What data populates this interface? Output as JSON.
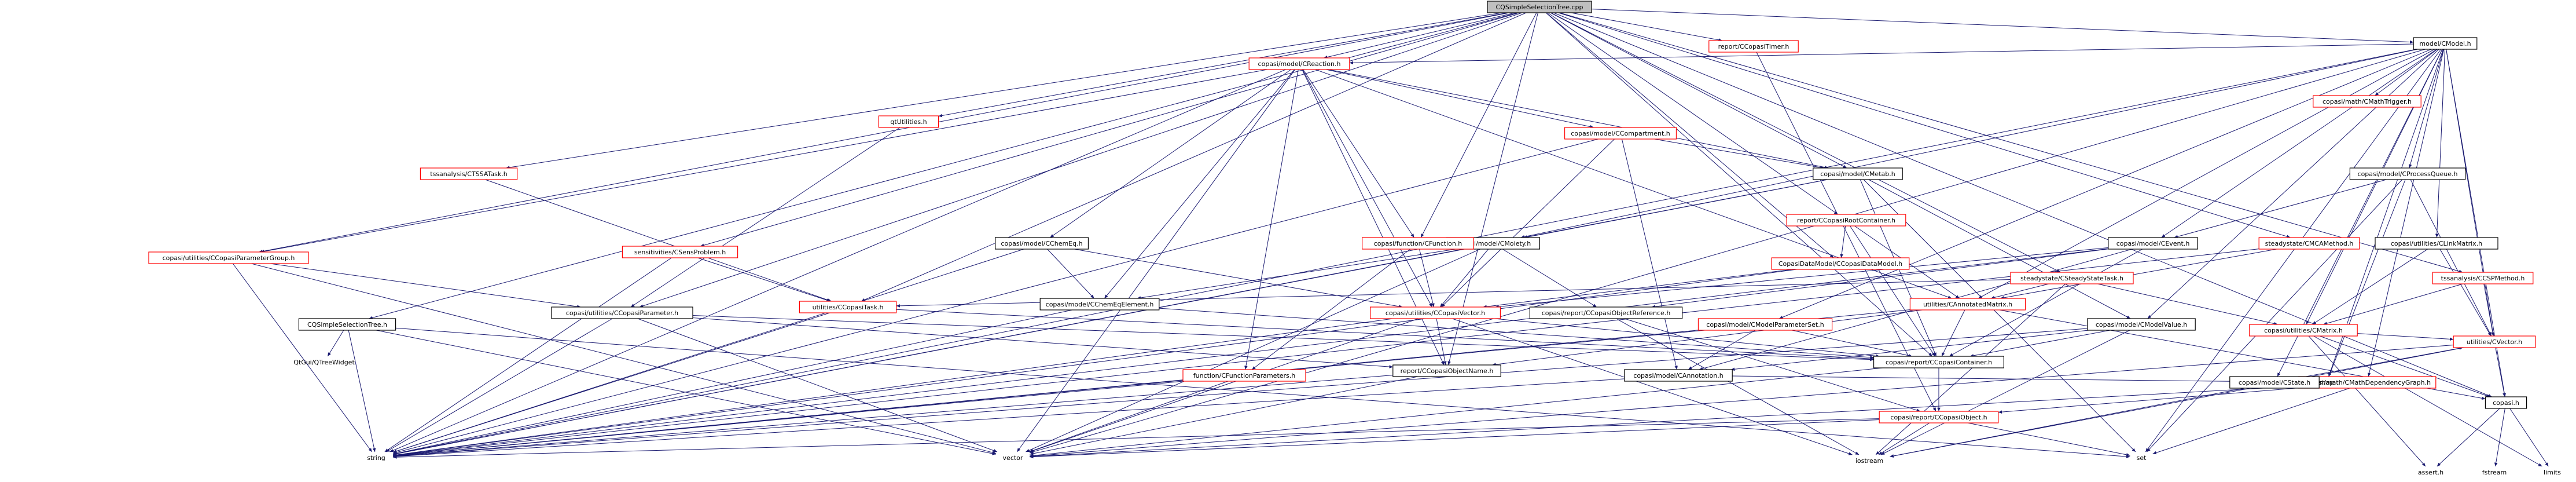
{
  "colors": {
    "edge": "#191970",
    "root_fill": "#bfbfbf",
    "node_fill": "#ffffff",
    "node_stroke_default": "#000000",
    "node_stroke_truncated": "#ff0000",
    "text": "#000000",
    "background": "#ffffff"
  },
  "nodes": [
    {
      "id": "root",
      "label": "CQSimpleSelectionTree.cpp",
      "style": "root"
    },
    {
      "id": "sens_problem",
      "label": "sensitivities/CSensProblem.h",
      "style": "truncated"
    },
    {
      "id": "task",
      "label": "utilities/CCopasiTask.h",
      "style": "truncated"
    },
    {
      "id": "utilities_parameter",
      "label": "copasi/utilities/CCopasiParameter.h",
      "style": "default"
    },
    {
      "id": "parameter_group",
      "label": "copasi/utilities/CCopasiParameterGroup.h",
      "style": "truncated"
    },
    {
      "id": "reaction",
      "label": "copasi/model/CReaction.h",
      "style": "truncated"
    },
    {
      "id": "compartment",
      "label": "copasi/model/CCompartment.h",
      "style": "truncated"
    },
    {
      "id": "metab",
      "label": "copasi/model/CMetab.h",
      "style": "default"
    },
    {
      "id": "model",
      "label": "model/CModel.h",
      "style": "default"
    },
    {
      "id": "moiety",
      "label": "copasi/model/CMoiety.h",
      "style": "default"
    },
    {
      "id": "event",
      "label": "copasi/model/CEvent.h",
      "style": "default"
    },
    {
      "id": "process_queue",
      "label": "copasi/model/CProcessQueue.h",
      "style": "default"
    },
    {
      "id": "chem_eq",
      "label": "copasi/model/CChemEq.h",
      "style": "default"
    },
    {
      "id": "chem_eq_element",
      "label": "copasi/model/CChemEqElement.h",
      "style": "default"
    },
    {
      "id": "function",
      "label": "copasi/function/CFunction.h",
      "style": "truncated"
    },
    {
      "id": "copasi_vector",
      "label": "copasi/utilities/CCopasiVector.h",
      "style": "truncated"
    },
    {
      "id": "object_reference",
      "label": "copasi/report/CCopasiObjectReference.h",
      "style": "default"
    },
    {
      "id": "object_name",
      "label": "report/CCopasiObjectName.h",
      "style": "default"
    },
    {
      "id": "copasi_object",
      "label": "copasi/report/CCopasiObject.h",
      "style": "truncated"
    },
    {
      "id": "copasi_container",
      "label": "copasi/report/CCopasiContainer.h",
      "style": "default"
    },
    {
      "id": "root_container",
      "label": "report/CCopasiRootContainer.h",
      "style": "truncated"
    },
    {
      "id": "datamodel",
      "label": "CopasiDataModel/CCopasiDataModel.h",
      "style": "truncated"
    },
    {
      "id": "steady_state_task",
      "label": "steadystate/CSteadyStateTask.h",
      "style": "truncated"
    },
    {
      "id": "mca_method",
      "label": "steadystate/CMCAMethod.h",
      "style": "truncated"
    },
    {
      "id": "annotated_matrix",
      "label": "utilities/CAnnotatedMatrix.h",
      "style": "truncated"
    },
    {
      "id": "model_parameter_set",
      "label": "copasi/model/CModelParameterSet.h",
      "style": "truncated"
    },
    {
      "id": "model_value",
      "label": "copasi/model/CModelValue.h",
      "style": "default"
    },
    {
      "id": "annotation",
      "label": "copasi/model/CAnnotation.h",
      "style": "default"
    },
    {
      "id": "function_parameters",
      "label": "function/CFunctionParameters.h",
      "style": "truncated"
    },
    {
      "id": "math_dependency",
      "label": "copasi/math/CMathDependencyGraph.h",
      "style": "truncated"
    },
    {
      "id": "state",
      "label": "copasi/model/CState.h",
      "style": "default"
    },
    {
      "id": "link_matrix",
      "label": "copasi/utilities/CLinkMatrix.h",
      "style": "default"
    },
    {
      "id": "cmatrix",
      "label": "copasi/utilities/CMatrix.h",
      "style": "truncated"
    },
    {
      "id": "cvector",
      "label": "utilities/CVector.h",
      "style": "truncated"
    },
    {
      "id": "copasi_h",
      "label": "copasi.h",
      "style": "default"
    },
    {
      "id": "math_trigger",
      "label": "copasi/math/CMathTrigger.h",
      "style": "truncated"
    },
    {
      "id": "qt_utilities",
      "label": "qtUtilities.h",
      "style": "truncated"
    },
    {
      "id": "tss_task",
      "label": "tssanalysis/CTSSATask.h",
      "style": "truncated"
    },
    {
      "id": "copasi_timer",
      "label": "report/CCopasiTimer.h",
      "style": "truncated"
    },
    {
      "id": "csp_method",
      "label": "tssanalysis/CCSPMethod.h",
      "style": "truncated"
    },
    {
      "id": "selection_tree_h",
      "label": "CQSimpleSelectionTree.h",
      "style": "default"
    },
    {
      "id": "qtreewidget",
      "label": "QtGui/QTreeWidget",
      "style": "system"
    },
    {
      "id": "string",
      "label": "string",
      "style": "system"
    },
    {
      "id": "vector",
      "label": "vector",
      "style": "system"
    },
    {
      "id": "iostream",
      "label": "iostream",
      "style": "system"
    },
    {
      "id": "set",
      "label": "set",
      "style": "system"
    },
    {
      "id": "map",
      "label": "map",
      "style": "system"
    },
    {
      "id": "assert",
      "label": "assert.h",
      "style": "system"
    },
    {
      "id": "fstream",
      "label": "fstream",
      "style": "system"
    },
    {
      "id": "limits",
      "label": "limits",
      "style": "system"
    }
  ],
  "edges": [
    [
      "root",
      "sens_problem"
    ],
    [
      "root",
      "parameter_group"
    ],
    [
      "root",
      "reaction"
    ],
    [
      "root",
      "metab"
    ],
    [
      "root",
      "model"
    ],
    [
      "root",
      "root_container"
    ],
    [
      "root",
      "datamodel"
    ],
    [
      "root",
      "steady_state_task"
    ],
    [
      "root",
      "mca_method"
    ],
    [
      "root",
      "qt_utilities"
    ],
    [
      "root",
      "tss_task"
    ],
    [
      "root",
      "copasi_timer"
    ],
    [
      "root",
      "csp_method"
    ],
    [
      "root",
      "selection_tree_h"
    ],
    [
      "root",
      "utilities_parameter"
    ],
    [
      "root",
      "copasi_h"
    ],
    [
      "root",
      "task"
    ],
    [
      "root",
      "object_name"
    ],
    [
      "root",
      "copasi_container"
    ],
    [
      "root",
      "function"
    ],
    [
      "sens_problem",
      "task"
    ],
    [
      "sens_problem",
      "string"
    ],
    [
      "task",
      "string"
    ],
    [
      "task",
      "copasi_container"
    ],
    [
      "utilities_parameter",
      "string"
    ],
    [
      "utilities_parameter",
      "vector"
    ],
    [
      "utilities_parameter",
      "object_name"
    ],
    [
      "utilities_parameter",
      "copasi_container"
    ],
    [
      "parameter_group",
      "utilities_parameter"
    ],
    [
      "parameter_group",
      "string"
    ],
    [
      "parameter_group",
      "vector"
    ],
    [
      "reaction",
      "compartment"
    ],
    [
      "reaction",
      "metab"
    ],
    [
      "reaction",
      "chem_eq"
    ],
    [
      "reaction",
      "chem_eq_element"
    ],
    [
      "reaction",
      "function"
    ],
    [
      "reaction",
      "function_parameters"
    ],
    [
      "reaction",
      "copasi_vector"
    ],
    [
      "reaction",
      "annotated_matrix"
    ],
    [
      "reaction",
      "parameter_group"
    ],
    [
      "reaction",
      "string"
    ],
    [
      "reaction",
      "vector"
    ],
    [
      "reaction",
      "object_name"
    ],
    [
      "compartment",
      "metab"
    ],
    [
      "compartment",
      "copasi_vector"
    ],
    [
      "compartment",
      "annotation"
    ],
    [
      "compartment",
      "string"
    ],
    [
      "metab",
      "moiety"
    ],
    [
      "metab",
      "model_value"
    ],
    [
      "metab",
      "copasi_container"
    ],
    [
      "metab",
      "set"
    ],
    [
      "metab",
      "string"
    ],
    [
      "model",
      "reaction"
    ],
    [
      "model",
      "moiety"
    ],
    [
      "model",
      "event"
    ],
    [
      "model",
      "process_queue"
    ],
    [
      "model",
      "state"
    ],
    [
      "model",
      "link_matrix"
    ],
    [
      "model",
      "cmatrix"
    ],
    [
      "model",
      "cvector"
    ],
    [
      "model",
      "math_trigger"
    ],
    [
      "model",
      "math_dependency"
    ],
    [
      "model",
      "model_parameter_set"
    ],
    [
      "model",
      "model_value"
    ],
    [
      "model",
      "annotated_matrix"
    ],
    [
      "model",
      "copasi_h"
    ],
    [
      "model",
      "map"
    ],
    [
      "model",
      "set"
    ],
    [
      "model",
      "vector"
    ],
    [
      "model",
      "string"
    ],
    [
      "moiety",
      "chem_eq_element"
    ],
    [
      "moiety",
      "copasi_vector"
    ],
    [
      "moiety",
      "object_reference"
    ],
    [
      "moiety",
      "string"
    ],
    [
      "moiety",
      "vector"
    ],
    [
      "event",
      "copasi_container"
    ],
    [
      "event",
      "annotation"
    ],
    [
      "event",
      "copasi_vector"
    ],
    [
      "event",
      "object_reference"
    ],
    [
      "event",
      "string"
    ],
    [
      "process_queue",
      "event"
    ],
    [
      "process_queue",
      "cvector"
    ],
    [
      "process_queue",
      "map"
    ],
    [
      "process_queue",
      "set"
    ],
    [
      "chem_eq",
      "chem_eq_element"
    ],
    [
      "chem_eq",
      "copasi_vector"
    ],
    [
      "chem_eq",
      "string"
    ],
    [
      "chem_eq_element",
      "copasi_container"
    ],
    [
      "chem_eq_element",
      "string"
    ],
    [
      "function",
      "copasi_vector"
    ],
    [
      "function",
      "function_parameters"
    ],
    [
      "copasi_vector",
      "object_name"
    ],
    [
      "copasi_vector",
      "copasi_container"
    ],
    [
      "copasi_vector",
      "vector"
    ],
    [
      "copasi_vector",
      "string"
    ],
    [
      "copasi_vector",
      "iostream"
    ],
    [
      "object_reference",
      "copasi_object"
    ],
    [
      "object_reference",
      "iostream"
    ],
    [
      "object_name",
      "string"
    ],
    [
      "object_name",
      "vector"
    ],
    [
      "copasi_object",
      "string"
    ],
    [
      "copasi_object",
      "vector"
    ],
    [
      "copasi_object",
      "set"
    ],
    [
      "copasi_object",
      "iostream"
    ],
    [
      "copasi_container",
      "copasi_object"
    ],
    [
      "copasi_container",
      "vector"
    ],
    [
      "root_container",
      "datamodel"
    ],
    [
      "root_container",
      "copasi_container"
    ],
    [
      "root_container",
      "annotated_matrix"
    ],
    [
      "datamodel",
      "copasi_vector"
    ],
    [
      "datamodel",
      "string"
    ],
    [
      "steady_state_task",
      "annotated_matrix"
    ],
    [
      "steady_state_task",
      "cmatrix"
    ],
    [
      "steady_state_task",
      "task"
    ],
    [
      "steady_state_task",
      "iostream"
    ],
    [
      "mca_method",
      "annotated_matrix"
    ],
    [
      "mca_method",
      "string"
    ],
    [
      "annotated_matrix",
      "copasi_container"
    ],
    [
      "annotated_matrix",
      "object_name"
    ],
    [
      "annotated_matrix",
      "string"
    ],
    [
      "annotated_matrix",
      "copasi_h"
    ],
    [
      "model_parameter_set",
      "annotation"
    ],
    [
      "model_parameter_set",
      "copasi_container"
    ],
    [
      "model_parameter_set",
      "string"
    ],
    [
      "model_value",
      "copasi_container"
    ],
    [
      "model_value",
      "annotation"
    ],
    [
      "model_value",
      "string"
    ],
    [
      "model_value",
      "iostream"
    ],
    [
      "annotation",
      "string"
    ],
    [
      "annotation",
      "map"
    ],
    [
      "function_parameters",
      "string"
    ],
    [
      "function_parameters",
      "vector"
    ],
    [
      "math_dependency",
      "map"
    ],
    [
      "math_dependency",
      "set"
    ],
    [
      "math_dependency",
      "vector"
    ],
    [
      "math_dependency",
      "copasi_object"
    ],
    [
      "state",
      "cvector"
    ],
    [
      "state",
      "iostream"
    ],
    [
      "link_matrix",
      "cmatrix"
    ],
    [
      "link_matrix",
      "cvector"
    ],
    [
      "cmatrix",
      "cvector"
    ],
    [
      "cmatrix",
      "copasi_h"
    ],
    [
      "cmatrix",
      "assert"
    ],
    [
      "cmatrix",
      "limits"
    ],
    [
      "cvector",
      "copasi_h"
    ],
    [
      "cvector",
      "iostream"
    ],
    [
      "cvector",
      "vector"
    ],
    [
      "copasi_h",
      "assert"
    ],
    [
      "copasi_h",
      "fstream"
    ],
    [
      "copasi_h",
      "limits"
    ],
    [
      "qt_utilities",
      "utilities_parameter"
    ],
    [
      "tss_task",
      "task"
    ],
    [
      "copasi_timer",
      "copasi_object"
    ],
    [
      "csp_method",
      "cmatrix"
    ],
    [
      "csp_method",
      "cvector"
    ],
    [
      "selection_tree_h",
      "qtreewidget"
    ],
    [
      "selection_tree_h",
      "string"
    ],
    [
      "selection_tree_h",
      "vector"
    ],
    [
      "selection_tree_h",
      "set"
    ]
  ]
}
